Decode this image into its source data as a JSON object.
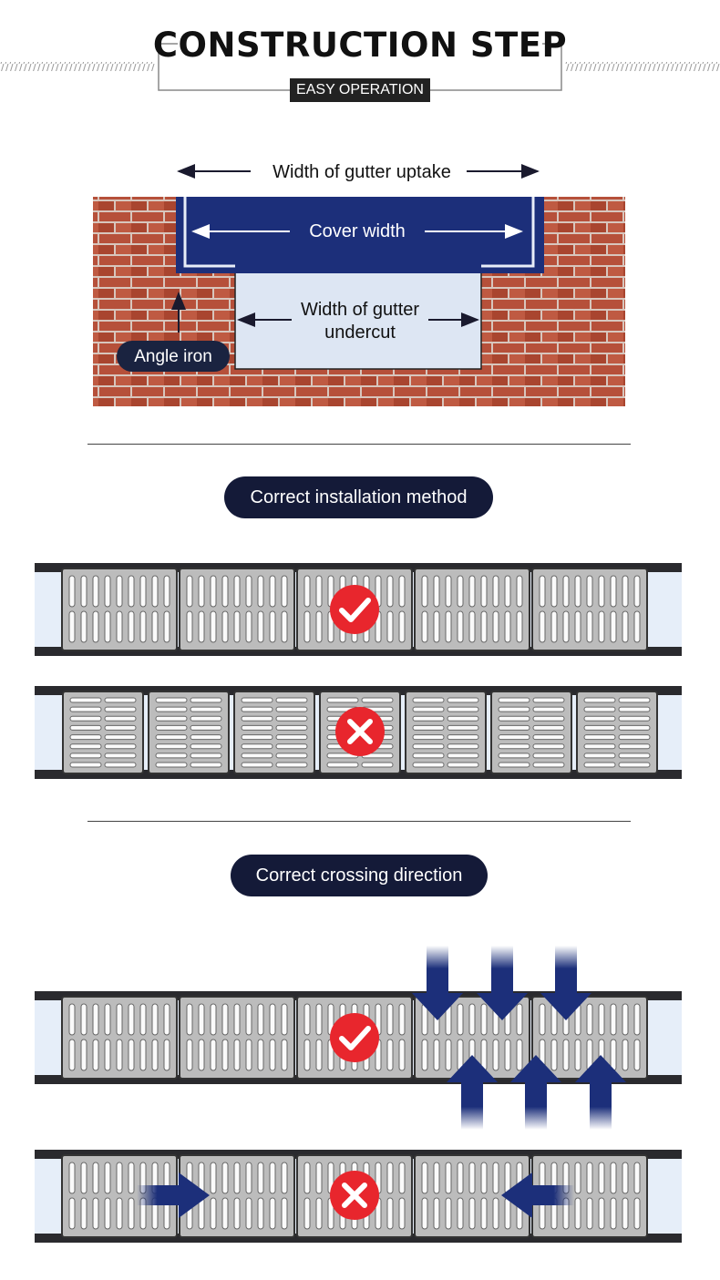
{
  "header": {
    "title": "CONSTRUCTION STEP",
    "subtitle": "EASY OPERATION"
  },
  "cross_section": {
    "uptake_label": "Width of gutter uptake",
    "cover_label": "Cover width",
    "undercut_label_line1": "Width of gutter",
    "undercut_label_line2": "undercut",
    "angle_iron_label": "Angle iron"
  },
  "section_installation": {
    "label": "Correct installation method",
    "correct_row": {
      "status": "correct",
      "grates": 5,
      "slots": "vertical"
    },
    "wrong_row": {
      "status": "wrong",
      "grates": 7,
      "slots": "horizontal"
    }
  },
  "section_crossing": {
    "label": "Correct crossing direction",
    "correct_row": {
      "status": "correct",
      "arrows": "perpendicular to channel"
    },
    "wrong_row": {
      "status": "wrong",
      "arrows": "along channel"
    }
  },
  "colors": {
    "navy": "#1c2f7a",
    "pill": "#141a38",
    "brick": "#b24a35",
    "grate": "#b8b8b8",
    "correct": "#e8262d",
    "wrong": "#e8262d"
  },
  "icons": [
    "check-icon",
    "cross-icon",
    "arrow-icon"
  ]
}
